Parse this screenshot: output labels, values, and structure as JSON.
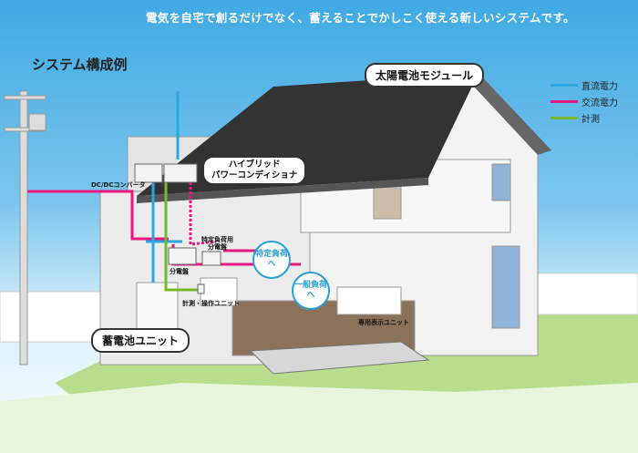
{
  "headline": "電気を自宅で創るだけでなく、蓄えることでかしこく使える新しいシステムです。",
  "title": "システム構成例",
  "legend": [
    {
      "label": "直流電力",
      "color": "#2aa7e0"
    },
    {
      "label": "交流電力",
      "color": "#e6197f"
    },
    {
      "label": "計測",
      "color": "#7ab82e"
    }
  ],
  "callouts": {
    "solar": "太陽電池モジュール",
    "pcs_line1": "ハイブリッド",
    "pcs_line2": "パワーコンディショナ",
    "battery": "蓄電池ユニット"
  },
  "labels": {
    "dcdc": "DC/DCコンバータ",
    "special_panel_1": "特定負荷用",
    "special_panel_2": "分電盤",
    "panel": "分電盤",
    "control_unit": "計測・操作ユニット",
    "display_unit": "専用表示ユニット"
  },
  "circles": {
    "special_load": "特定負荷へ",
    "general_load": "一般負荷へ"
  }
}
